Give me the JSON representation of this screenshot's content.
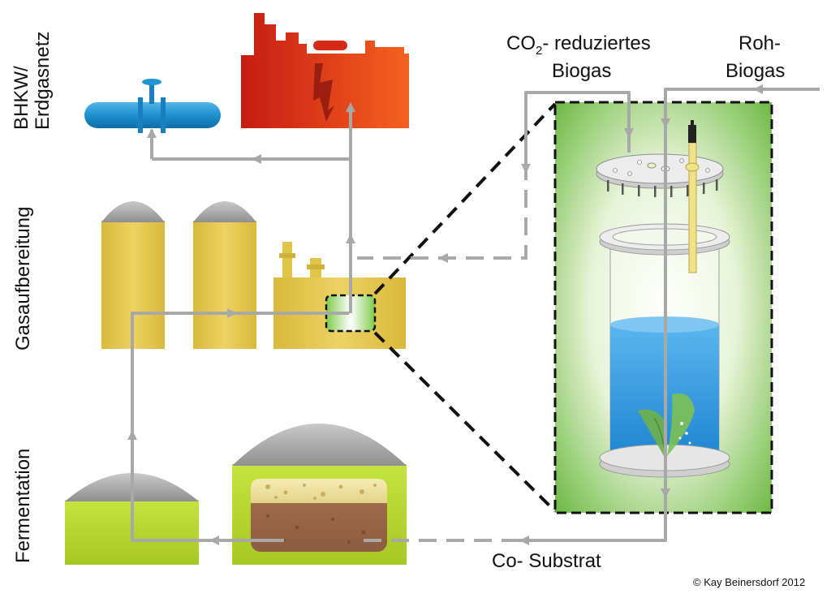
{
  "labels": {
    "bhkw_line1": "BHKW/",
    "bhkw_line2": "Erdgasnetz",
    "gasaufbereitung": "Gasaufbereitung",
    "fermentation": "Fermentation",
    "co2_prefix": "CO",
    "co2_sub": "2",
    "co2_suffix": "- reduziertes",
    "biogas_left": "Biogas",
    "roh": "Roh-",
    "biogas_right": "Biogas",
    "cosubstrat": "Co- Substrat",
    "copyright": "© Kay Beinersdorf 2012"
  },
  "colors": {
    "pipe_gray": "#a8a8a8",
    "silo_yellow": "#e3c74a",
    "dome_gray": "#a9a9a9",
    "digester_green": "#b9d833",
    "factory_red": "#e83a18",
    "pipeline_blue": "#1f95d3",
    "panel_green": "#6cbf3a",
    "water_blue": "#2e9be0",
    "substrate_brown": "#9c6a4a"
  }
}
